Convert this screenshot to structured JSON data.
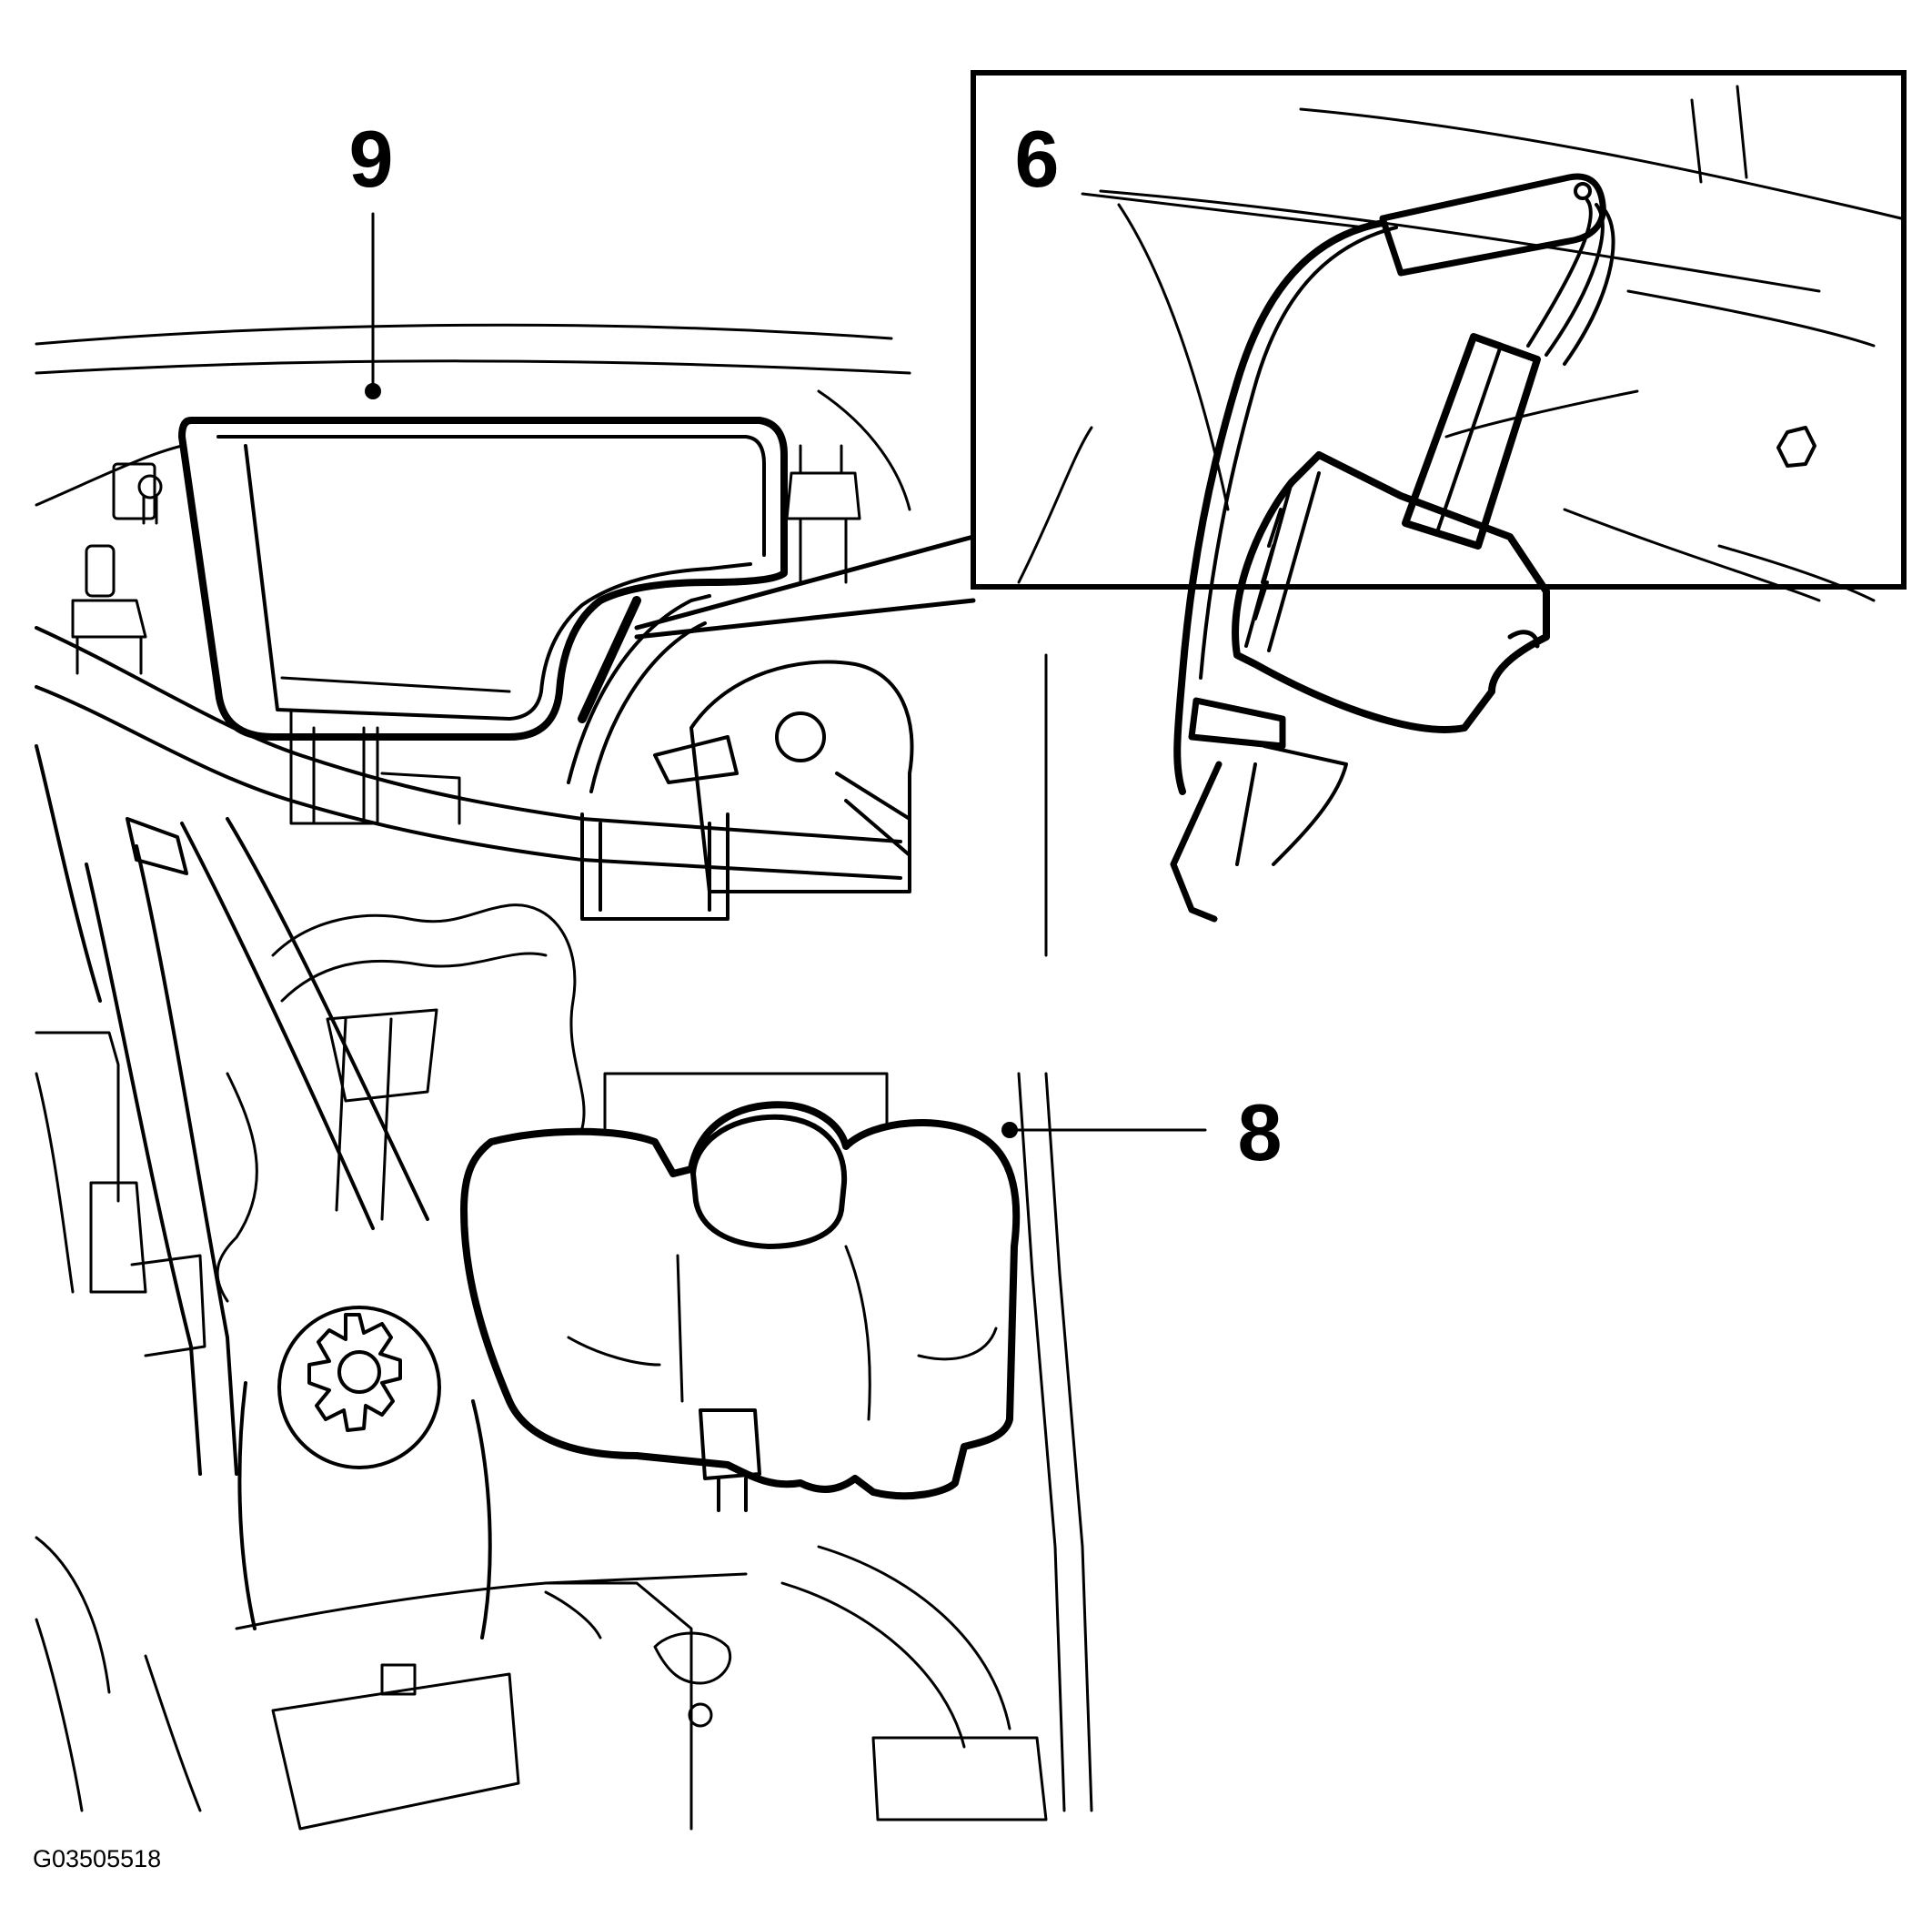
{
  "figure": {
    "callouts": {
      "tank_9": "9",
      "connector_6": "6",
      "reservoir_8": "8"
    },
    "figure_id": "G03505518"
  },
  "colors": {
    "ink": "#000000",
    "paper": "#ffffff"
  }
}
